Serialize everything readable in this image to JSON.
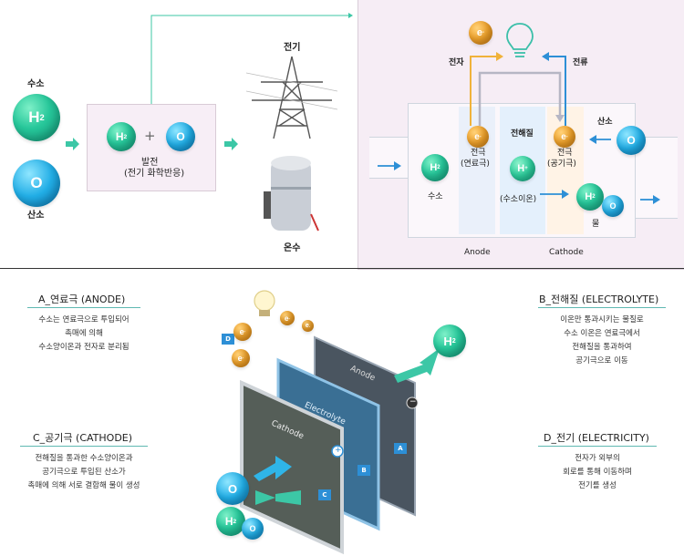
{
  "top_left": {
    "hydrogen_label": "수소",
    "oxygen_label": "산소",
    "h2_symbol": "H",
    "h2_sub": "2",
    "o_symbol": "O",
    "plus": "+",
    "generation_title": "발전",
    "generation_sub": "(전기 화학반응)",
    "electricity_label": "전기",
    "hot_water_label": "온수"
  },
  "cell_diagram": {
    "electron_label": "전자",
    "current_label": "전류",
    "electrolyte_label": "전해질",
    "anode_electrode": "전극",
    "anode_electrode_sub": "(연료극)",
    "cathode_electrode": "전극",
    "cathode_electrode_sub": "(공기극)",
    "oxygen_label": "산소",
    "hydrogen_label": "수소",
    "hydrogen_ion_label": "(수소이온)",
    "water_label": "물",
    "anode_en": "Anode",
    "cathode_en": "Cathode",
    "e_symbol": "e",
    "e_sup": "-",
    "h_symbol": "H",
    "h_sup": "+"
  },
  "sections": {
    "a_title": "A_연료극 (ANODE)",
    "a_desc": [
      "수소는 연료극으로 투입되어",
      "촉매에 의해",
      "수소양이온과 전자로 분리됨"
    ],
    "b_title": "B_전해질 (ELECTROLYTE)",
    "b_desc": [
      "이온만 통과시키는 물질로",
      "수소 이온은 연료극에서",
      "전해질을 통과하여",
      "공기극으로 이동"
    ],
    "c_title": "C_공기극 (CATHODE)",
    "c_desc": [
      "전해질을 통과한 수소양이온과",
      "공기극으로 투입된 산소가",
      "촉매에 의해 서로 결합해 물이 생성"
    ],
    "d_title": "D_전기 (ELECTRICITY)",
    "d_desc": [
      "전자가 외부의",
      "회로를 통해 이동하며",
      "전기를 생성"
    ]
  },
  "stack": {
    "anode_plate": "Anode",
    "electrolyte_plate": "Electrolyte",
    "cathode_plate": "Cathode",
    "tag_a": "A",
    "tag_b": "B",
    "tag_c": "C",
    "tag_d": "D",
    "minus": "−",
    "plus": "+"
  },
  "colors": {
    "teal": "#27c79a",
    "blue": "#22aee6",
    "orange": "#f0a22a",
    "arrow_green": "#3cc7a6",
    "arrow_blue": "#2d8fd6",
    "panel_bg": "#f6edf5"
  }
}
